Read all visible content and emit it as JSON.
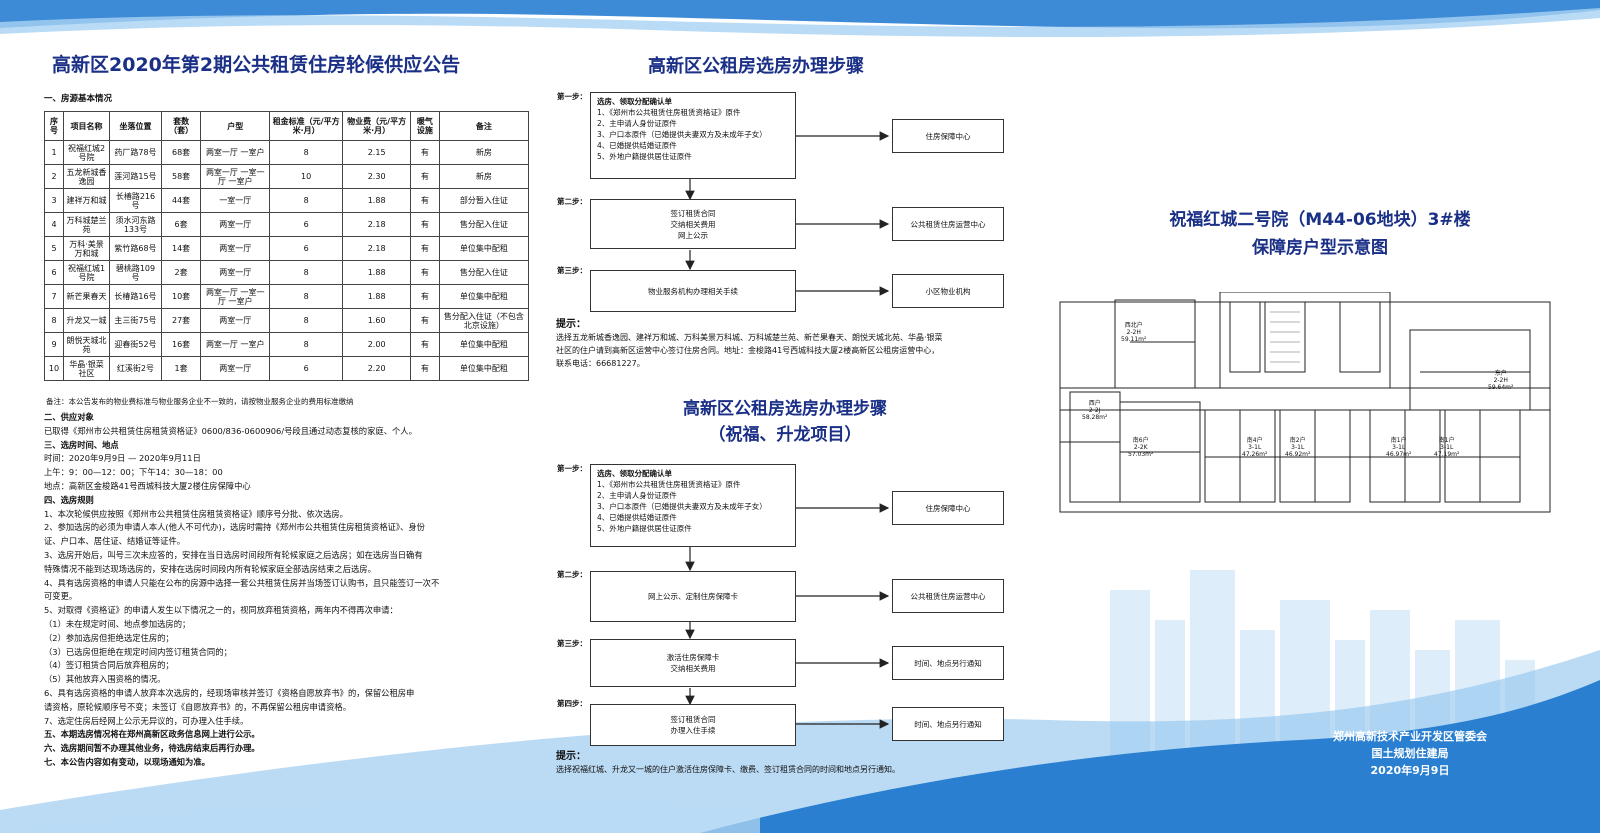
{
  "left": {
    "title": "高新区2020年第2期公共租赁住房轮候供应公告",
    "section1": "一、房源基本情况",
    "table": {
      "headers": [
        "序号",
        "项目名称",
        "坐落位置",
        "套数（套）",
        "户型",
        "租金标准（元/平方米·月）",
        "物业费（元/平方米·月）",
        "暖气设施",
        "备注"
      ],
      "rows": [
        [
          "1",
          "祝福红城2号院",
          "药厂路78号",
          "68套",
          "两室一厅 一室户",
          "8",
          "2.15",
          "有",
          "新房"
        ],
        [
          "2",
          "五龙新城香逸园",
          "莲河路15号",
          "58套",
          "两室一厅 一室一厅 一室户",
          "10",
          "2.30",
          "有",
          "新房"
        ],
        [
          "3",
          "建祥万和城",
          "长椿路216号",
          "44套",
          "一室一厅",
          "8",
          "1.88",
          "有",
          "部分暂入住证"
        ],
        [
          "4",
          "万科城楚兰苑",
          "须水河东路133号",
          "6套",
          "两室一厅",
          "6",
          "2.18",
          "有",
          "售分配入住证"
        ],
        [
          "5",
          "万科·美景万和城",
          "紫竹路68号",
          "14套",
          "两室一厅",
          "6",
          "2.18",
          "有",
          "单位集中配租"
        ],
        [
          "6",
          "祝福红城1号院",
          "碧桃路109号",
          "2套",
          "两室一厅",
          "8",
          "1.88",
          "有",
          "售分配入住证"
        ],
        [
          "7",
          "新芒果春天",
          "长椿路16号",
          "10套",
          "两室一厅 一室一厅 一室户",
          "8",
          "1.88",
          "有",
          "单位集中配租"
        ],
        [
          "8",
          "升龙又一城",
          "主三街75号",
          "27套",
          "两室一厅",
          "8",
          "1.60",
          "有",
          "售分配入住证（不包含北京设施）"
        ],
        [
          "9",
          "朗悦天城北苑",
          "迎春街52号",
          "16套",
          "两室一厅 一室户",
          "8",
          "2.00",
          "有",
          "单位集中配租"
        ],
        [
          "10",
          "华晶·银菜社区",
          "红溪街2号",
          "1套",
          "两室一厅",
          "6",
          "2.20",
          "有",
          "单位集中配租"
        ]
      ],
      "remark": "备注：本公告发布的物业费标准与物业服务企业不一致的，请按物业服务企业的费用标准缴纳"
    },
    "lines": [
      {
        "text": "二、供应对象",
        "bold": true
      },
      {
        "text": "    已取得《郑州市公共租赁住房租赁资格证》0600/836-0600906/号段且通过动态复核的家庭、个人。",
        "bold": false
      },
      {
        "text": "三、选房时间、地点",
        "bold": true
      },
      {
        "text": "    时间：2020年9月9日 — 2020年9月11日",
        "bold": false
      },
      {
        "text": "    上午：9：00—12：00；下午14：30—18：00",
        "bold": false
      },
      {
        "text": "    地点：高新区金梭路41号西城科技大厦2楼住房保障中心",
        "bold": false
      },
      {
        "text": "四、选房规则",
        "bold": true
      },
      {
        "text": "    1、本次轮候供应按照《郑州市公共租赁住房租赁资格证》顺序号分批、依次选房。",
        "bold": false
      },
      {
        "text": "    2、参加选房的必须为申请人本人(他人不可代办)，选房时需持《郑州市公共租赁住房租赁资格证》、身份",
        "bold": false
      },
      {
        "text": "证、户口本、居住证、结婚证等证件。",
        "bold": false
      },
      {
        "text": "    3、选房开始后，叫号三次未应答的，安排在当日选房时间段所有轮候家庭之后选房；如在选房当日确有",
        "bold": false
      },
      {
        "text": "特殊情况不能到达现场选房的，安排在选房时间段内所有轮候家庭全部选房结束之后选房。",
        "bold": false
      },
      {
        "text": "    4、具有选房资格的申请人只能在公布的房源中选择一套公共租赁住房并当场签订认购书，且只能签订一次不",
        "bold": false
      },
      {
        "text": "可变更。",
        "bold": false
      },
      {
        "text": "    5、对取得《资格证》的申请人发生以下情况之一的，视同放弃租赁资格，两年内不得再次申请：",
        "bold": false
      },
      {
        "text": "       （1）未在规定时间、地点参加选房的；",
        "bold": false
      },
      {
        "text": "       （2）参加选房但拒绝选定住房的；",
        "bold": false
      },
      {
        "text": "       （3）已选房但拒绝在规定时间内签订租赁合同的；",
        "bold": false
      },
      {
        "text": "       （4）签订租赁合同后放弃租房的；",
        "bold": false
      },
      {
        "text": "       （5）其他放弃入围资格的情况。",
        "bold": false
      },
      {
        "text": "    6、具有选房资格的申请人放弃本次选房的，经现场审核并签订《资格自愿放弃书》的，保留公租房申",
        "bold": false
      },
      {
        "text": "请资格，原轮候顺序号不变；未签订《自愿放弃书》的，不再保留公租房申请资格。",
        "bold": false
      },
      {
        "text": "    7、选定住房后经网上公示无异议的，可办理入住手续。",
        "bold": false
      },
      {
        "text": "五、本期选房情况将在郑州高新区政务信息网上进行公示。",
        "bold": true
      },
      {
        "text": "六、选房期间暂不办理其他业务，待选房结束后再行办理。",
        "bold": true
      },
      {
        "text": "七、本公告内容如有变动，以现场通知为准。",
        "bold": true
      }
    ]
  },
  "middle": {
    "title1": "高新区公租房选房办理步骤",
    "flow1": {
      "step1_label": "第一步：",
      "step1_head": "选房、领取分配确认单",
      "step1_items": [
        "1、《郑州市公共租赁住房租赁资格证》原件",
        "2、主申请人身份证原件",
        "3、户口本原件（已婚提供夫妻双方及未成年子女）",
        "4、已婚提供结婚证原件",
        "5、外地户籍提供居住证原件"
      ],
      "step1_target": "住房保障中心",
      "step2_label": "第二步：",
      "step2_items": [
        "签订租赁合同",
        "交纳相关费用",
        "网上公示"
      ],
      "step2_target": "公共租赁住房运营中心",
      "step3_label": "第三步：",
      "step3_text": "物业服务机构办理相关手续",
      "step3_target": "小区物业机构"
    },
    "tip1_title": "提示：",
    "tip1_lines": [
      "选择五龙新城香逸园、建祥万和城、万科美景万科城、万科城楚兰苑、新芒果春天、朗悦天城北苑、华晶·银菜",
      "社区的住户请到高新区运营中心签订住房合同。地址：金梭路41号西城科技大厦2楼高新区公租房运营中心，",
      "联系电话：66681227。"
    ],
    "title2_line1": "高新区公租房选房办理步骤",
    "title2_line2": "（祝福、升龙项目）",
    "flow2": {
      "step1_label": "第一步：",
      "step1_head": "选房、领取分配确认单",
      "step1_items": [
        "1、《郑州市公共租赁住房租赁资格证》原件",
        "2、主申请人身份证原件",
        "3、户口本原件（已婚提供夫妻双方及未成年子女）",
        "4、已婚提供结婚证原件",
        "5、外地户籍提供居住证原件"
      ],
      "step1_target": "住房保障中心",
      "step2_label": "第二步：",
      "step2_text": "网上公示、定制住房保障卡",
      "step2_target": "公共租赁住房运营中心",
      "step3_label": "第三步：",
      "step3_items": [
        "激活住房保障卡",
        "交纳相关费用"
      ],
      "step3_target": "时间、地点另行通知",
      "step4_label": "第四步：",
      "step4_items": [
        "签订租赁合同",
        "办理入住手续"
      ],
      "step4_target": "时间、地点另行通知"
    },
    "tip2_title": "提示：",
    "tip2_line": "选择祝福红城、升龙又一城的住户激活住房保障卡、缴费、签订租赁合同的时间和地点另行通知。"
  },
  "right": {
    "title_line1": "祝福红城二号院（M44-06地块）3#楼",
    "title_line2": "保障房户型示意图",
    "units": [
      {
        "name": "西北户",
        "type": "2-2H",
        "area": "59.11m²"
      },
      {
        "name": "东户",
        "type": "2-2H",
        "area": "59.64m²"
      },
      {
        "name": "西户",
        "type": "2-2J",
        "area": "58.28m²"
      },
      {
        "name": "南6户",
        "type": "2-2K",
        "area": "57.03m²"
      },
      {
        "name": "南4户",
        "type": "3-1L",
        "area": "47.26m²"
      },
      {
        "name": "南2户",
        "type": "3-1L",
        "area": "46.92m²"
      },
      {
        "name": "南1户",
        "type": "3-1L",
        "area": "46.97m²"
      },
      {
        "name": "南1户",
        "type": "3-1L",
        "area": "47.19m²"
      }
    ],
    "issuer_line1": "郑州高新技术产业开发区管委会",
    "issuer_line2": "国土规划住建局",
    "issuer_date": "2020年9月9日"
  },
  "colors": {
    "title_blue": "#1a2f86",
    "band_blue": "#2a7fd0",
    "issuer_white": "#ffffff"
  }
}
